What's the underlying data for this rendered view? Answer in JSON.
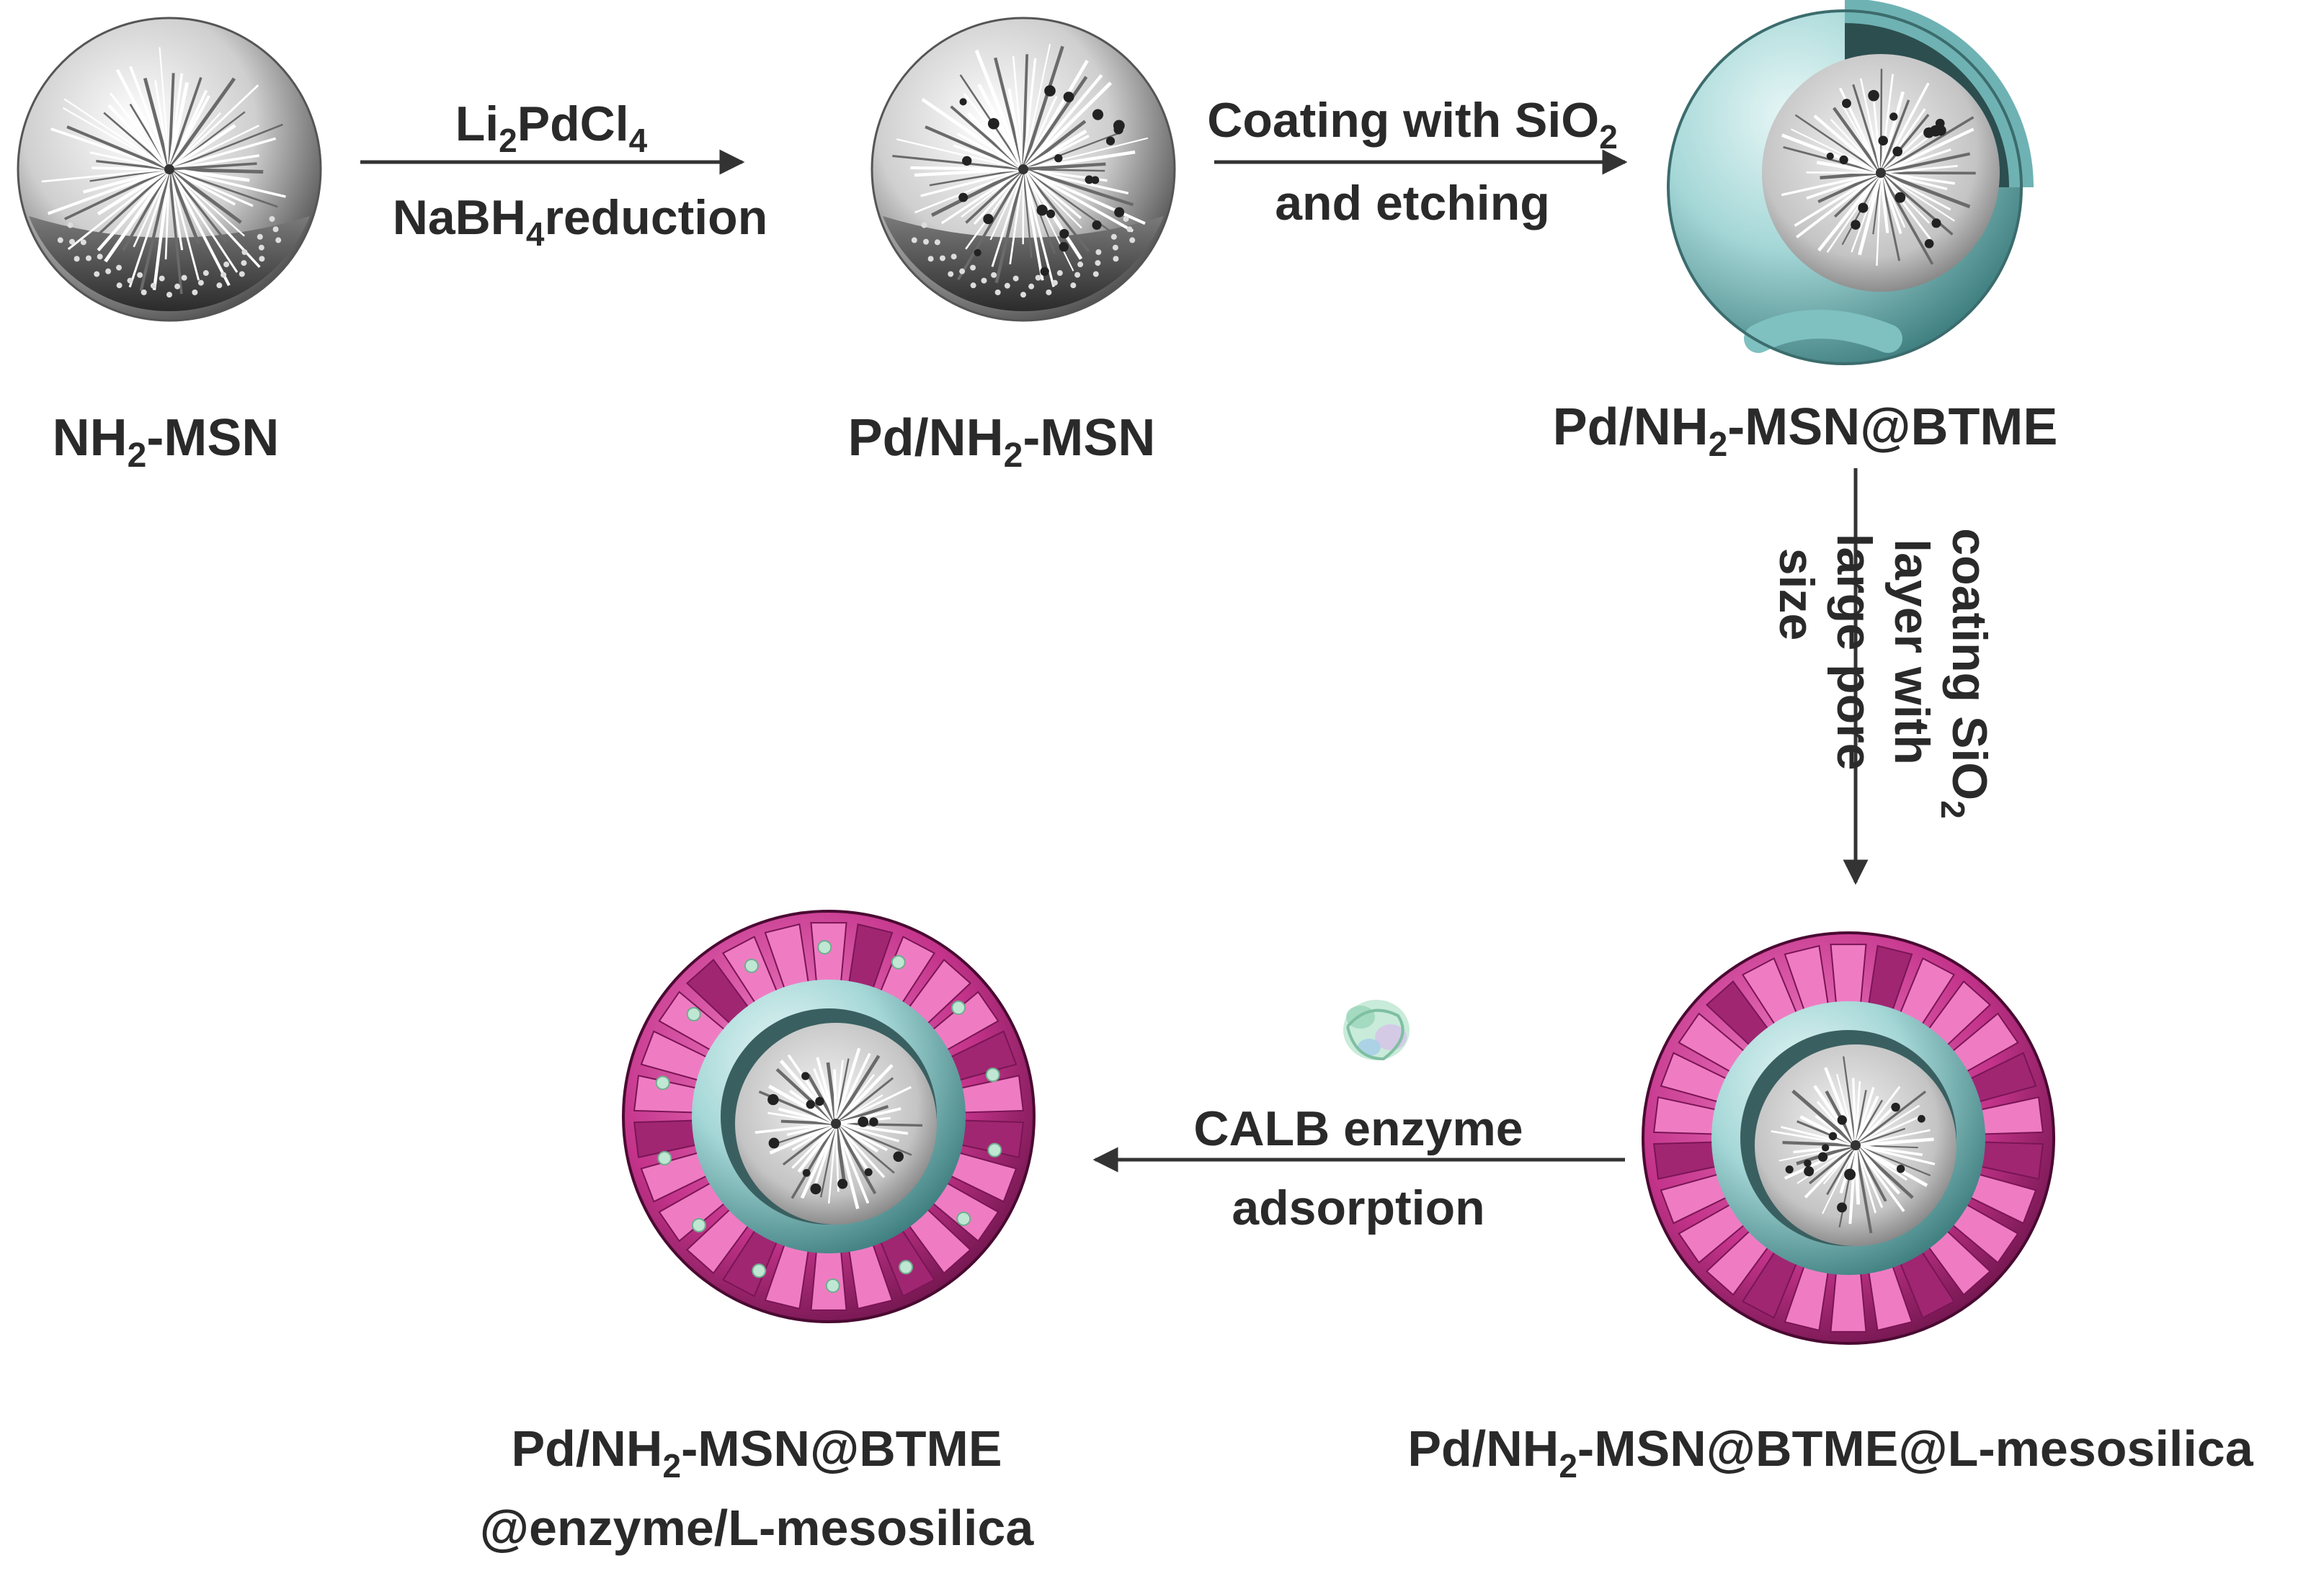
{
  "colors": {
    "background": "#ffffff",
    "text": "#2a2a2a",
    "arrow": "#333333",
    "silica_gray": "#bdbdbd",
    "btme_teal": "#8ec9c9",
    "mesosilica_magenta": "#c8368f",
    "pd_dots": "#222222"
  },
  "nodes": {
    "nh2_msn": {
      "pre": "NH",
      "sub": "2",
      "post": "-MSN"
    },
    "pd_nh2_msn": {
      "pre": "Pd/NH",
      "sub": "2",
      "post": "-MSN"
    },
    "pd_btme": {
      "pre": "Pd/NH",
      "sub": "2",
      "post": "-MSN@BTME"
    },
    "pd_btme_lmeso": {
      "pre": "Pd/NH",
      "sub": "2",
      "post": "-MSN@BTME@L-mesosilica"
    },
    "pd_btme_enzyme": {
      "line1": {
        "pre": "Pd/NH",
        "sub": "2",
        "post": "-MSN@BTME"
      },
      "line2": "@enzyme/L-mesosilica"
    }
  },
  "steps": {
    "step1": {
      "top": {
        "pre": "Li",
        "sub1": "2",
        "mid": "PdCl",
        "sub2": "4"
      },
      "bottom": {
        "pre": "NaBH",
        "sub": "4",
        "post": "reduction"
      }
    },
    "step2": {
      "line1": {
        "pre": "Coating with SiO",
        "sub": "2"
      },
      "line2": "and etching"
    },
    "step3": {
      "line1": {
        "pre": "coating SiO",
        "sub": "2"
      },
      "line2": "layer with",
      "line3": "large pore",
      "line4": "size"
    },
    "step4": {
      "line1": "CALB enzyme",
      "line2": "adsorption"
    }
  },
  "icons": {
    "msn_sphere": "radial-pore-sphere-icon",
    "core_shell": "core-shell-sphere-icon",
    "enzyme": "calb-enzyme-icon"
  }
}
